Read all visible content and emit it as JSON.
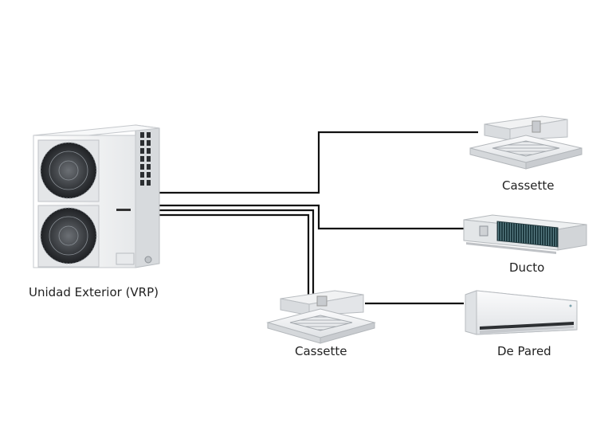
{
  "labels": {
    "outdoor_unit": "Unidad Exterior (VRP)",
    "cassette_top": "Cassette",
    "ducto": "Ducto",
    "cassette_bottom": "Cassette",
    "wall": "De Pared"
  },
  "colors": {
    "pipe": "#111111",
    "unit_body": "#f2f3f4",
    "unit_edge": "#c9ccd0",
    "fan_dark": "#2f3236",
    "grille_dark": "#1d2a30"
  }
}
